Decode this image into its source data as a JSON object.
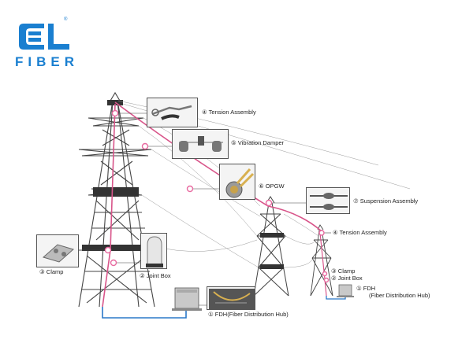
{
  "brand": {
    "name": "FIBER",
    "registered_mark": "®",
    "color": "#1a7fd0"
  },
  "colors": {
    "tower": "#444444",
    "opgw_cable": "#d8558a",
    "underground_cable": "#2a78c8",
    "marker": "#e86aa0"
  },
  "labels": {
    "tension_assembly_1": "④ Tension Assembly",
    "vibration_damper": "⑤ Vibration Damper",
    "opgw": "⑥ OPGW",
    "suspension_assembly": "⑦ Suspension Assembly",
    "tension_assembly_2": "④ Tension Assembly",
    "clamp_1": "③ Clamp",
    "joint_box_1": "② Joint Box",
    "fdh_1": "① FDH(Fiber Distribution Hub)",
    "clamp_2": "③ Clamp",
    "joint_box_2": "② Joint Box",
    "fdh_2_line1": "① FDH",
    "fdh_2_line2": "(Fiber Distribution Hub)"
  }
}
